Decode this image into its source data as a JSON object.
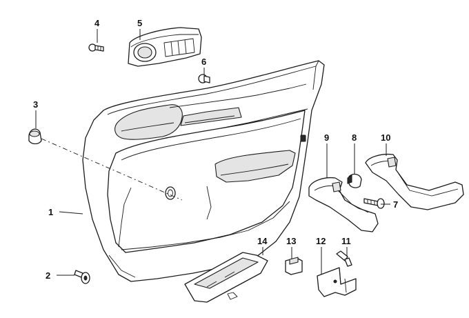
{
  "callouts": {
    "c1": "1",
    "c2": "2",
    "c3": "3",
    "c4": "4",
    "c5": "5",
    "c6": "6",
    "c7": "7",
    "c8": "8",
    "c9": "9",
    "c10": "10",
    "c11": "11",
    "c12": "12",
    "c13": "13",
    "c14": "14"
  },
  "colors": {
    "line": "#1a1a1a",
    "fill": "#ffffff",
    "shade": "#e4e4e4"
  }
}
